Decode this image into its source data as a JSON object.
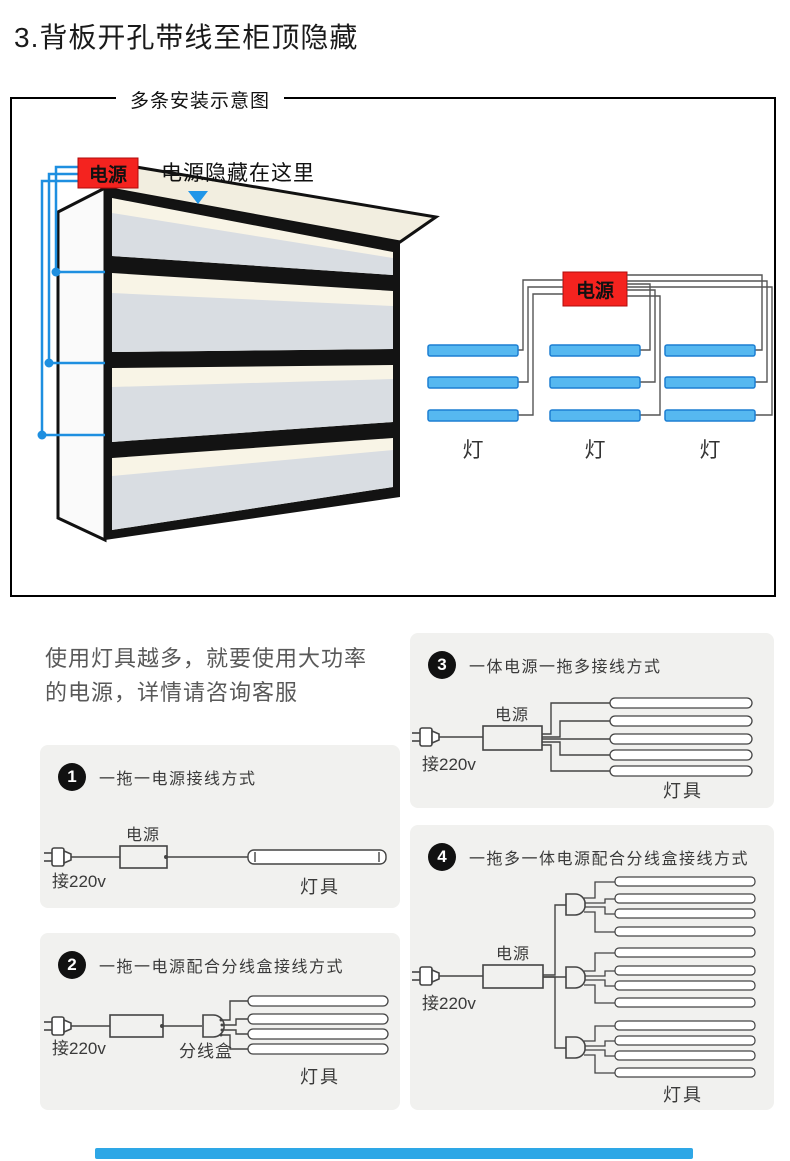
{
  "page": {
    "title": "3.背板开孔带线至柜顶隐藏"
  },
  "colors": {
    "accent_red": "#f4231f",
    "wire_blue": "#1e8fe0",
    "lamp_bar_fill": "#56b8f0",
    "lamp_bar_stroke": "#1d7fd2",
    "method_box_bg": "#f1f1ef",
    "bottom_bar_blue": "#2ea7e6"
  },
  "overview": {
    "label": "多条安装示意图",
    "power_label": "电源",
    "hint": "电源隐藏在这里",
    "wiring": {
      "power_label": "电源",
      "lamp_labels": [
        "灯",
        "灯",
        "灯"
      ]
    }
  },
  "note": {
    "lines": [
      "使用灯具越多，就要使用大功率",
      "的电源，详情请咨询客服"
    ]
  },
  "methods": [
    {
      "number": "1",
      "title": "一拖一电源接线方式",
      "plug_label": "接220v",
      "power_label": "电源",
      "lamp_label": "灯具"
    },
    {
      "number": "2",
      "title": "一拖一电源配合分线盒接线方式",
      "plug_label": "接220v",
      "splitter_label": "分线盒",
      "lamp_label": "灯具"
    },
    {
      "number": "3",
      "title": "一体电源一拖多接线方式",
      "plug_label": "接220v",
      "power_label": "电源",
      "lamp_label": "灯具"
    },
    {
      "number": "4",
      "title": "一拖多一体电源配合分线盒接线方式",
      "plug_label": "接220v",
      "power_label": "电源",
      "lamp_label": "灯具"
    }
  ],
  "icons": {
    "plug": "power-plug",
    "down_arrow": "▼"
  }
}
